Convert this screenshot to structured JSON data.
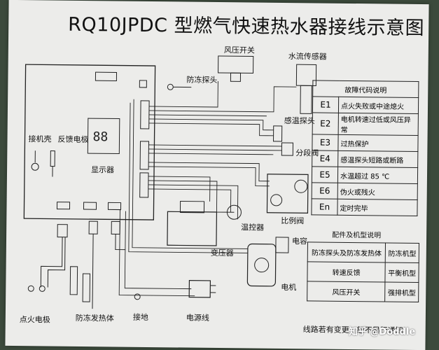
{
  "title": "RQ10JPDC 型燃气快速热水器接线示意图",
  "labels": {
    "wind_pressure_switch": "风压开关",
    "water_flow_sensor": "水流传感器",
    "antifreeze_probe": "防冻探头",
    "temp_probe": "感温探头",
    "segment_valve": "分段阀",
    "temp_limiter": "温控器",
    "proportional_valve": "比例阀",
    "capacitor": "电容",
    "transformer": "变压器",
    "motor": "电机",
    "ground_shell": "接机壳",
    "feedback_electrode": "反馈电极",
    "display": "显示器",
    "ignition_electrode": "点火电极",
    "antifreeze_heater": "防冻发热体",
    "ground": "接地",
    "power_cord": "电源线"
  },
  "fault_table": {
    "header": "故障代码说明",
    "rows": [
      {
        "code": "E1",
        "desc": "点火失败或中途熄火"
      },
      {
        "code": "E2",
        "desc": "电机转速过低或风压异常"
      },
      {
        "code": "E3",
        "desc": "过热保护"
      },
      {
        "code": "E4",
        "desc": "感温探头短路或断路"
      },
      {
        "code": "E5",
        "desc": "水温超过 85 ℃"
      },
      {
        "code": "E6",
        "desc": "伪火或残火"
      },
      {
        "code": "En",
        "desc": "定时完毕"
      }
    ]
  },
  "model_table": {
    "header": "配件及机型说明",
    "rows": [
      {
        "part": "防冻探头及防冻发热体",
        "model": "防冻机型"
      },
      {
        "part": "转速反馈",
        "model": "平衡机型"
      },
      {
        "part": "风压开关",
        "model": "强排机型"
      }
    ]
  },
  "footer": "线路若有变更，恕不另行通知!",
  "watermark": "知乎 @Doddle"
}
